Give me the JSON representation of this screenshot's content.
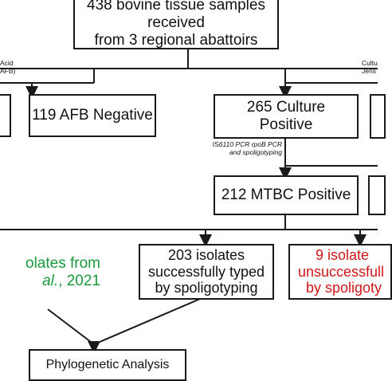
{
  "boxes": {
    "received": {
      "line1": "438 bovine tissue samples received",
      "line2": "from 3 regional abattoirs"
    },
    "afb_negative": {
      "text": "119 AFB Negative"
    },
    "culture_positive": {
      "line1": "265 Culture",
      "line2": "Positive"
    },
    "mtbc_positive": {
      "text": "212 MTBC Positive"
    },
    "typed": {
      "line1": "203 isolates",
      "line2": "successfully typed",
      "line3": "by spoligotyping"
    },
    "untyped": {
      "line1": "9 isolate",
      "line2": "unsuccessfull",
      "line3": "by spoligoty"
    },
    "prior_isolates": {
      "line1": "olates from",
      "line2_italic": "al.",
      "line2_rest": ", 2021"
    },
    "phylogenetic": {
      "text": "Phylogenetic Analysis"
    }
  },
  "labels": {
    "left_top_1": "Acid",
    "left_top_2": "AFB)",
    "right_top_1": "Cultu",
    "right_top_2": "Jens",
    "pcr_line1_a": "IS",
    "pcr_line1_b": "6110",
    "pcr_line1_c": " PCR ",
    "pcr_line1_d": "rpo",
    "pcr_line1_e": "B PCR",
    "pcr_line2": "and spoligotyping"
  },
  "colors": {
    "line": "#1a1a1a",
    "green_text": "#1a9a3a",
    "red_text": "#d01818"
  }
}
